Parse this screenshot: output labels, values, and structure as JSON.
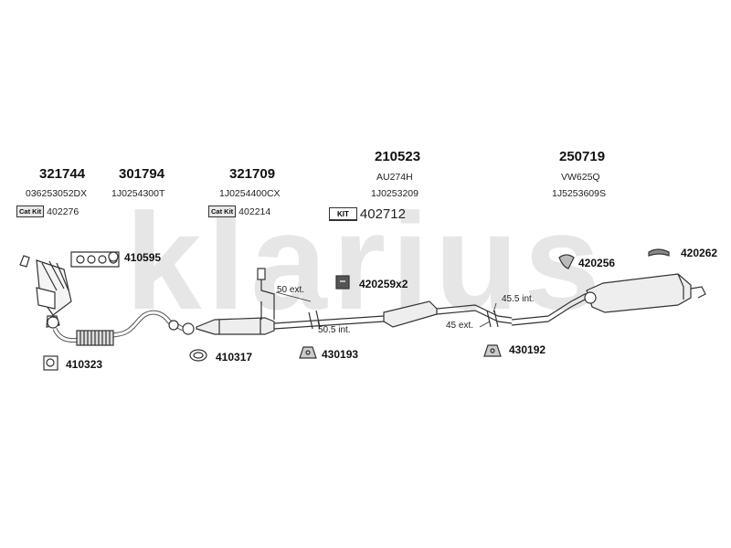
{
  "watermark": "klarius",
  "groups": [
    {
      "id": "g1",
      "part": "321744",
      "oem": "036253052DX",
      "badge": "Cat Kit",
      "kit": "402276"
    },
    {
      "id": "g2",
      "part": "301794",
      "oem": "1J0254300T"
    },
    {
      "id": "g3",
      "part": "321709",
      "oem": "1J0254400CX",
      "badge": "Cat Kit",
      "kit": "402214"
    },
    {
      "id": "g4",
      "part": "210523",
      "oem": "AU274H",
      "oem2": "1J0253209",
      "badge": "KIT",
      "kit": "402712"
    },
    {
      "id": "g5",
      "part": "250719",
      "oem": "VW625Q",
      "oem2": "1J5253609S"
    }
  ],
  "parts": {
    "p410595": "410595",
    "p410323": "410323",
    "p410317": "410317",
    "p430193": "430193",
    "p420259": "420259x2",
    "p430192": "430192",
    "p420256": "420256",
    "p420262": "420262"
  },
  "dims": {
    "d1": "50 ext.",
    "d2": "50.5 int.",
    "d3": "45.5 int.",
    "d4": "45 ext."
  },
  "colors": {
    "line": "#333333",
    "watermark": "#e3e3e3"
  }
}
